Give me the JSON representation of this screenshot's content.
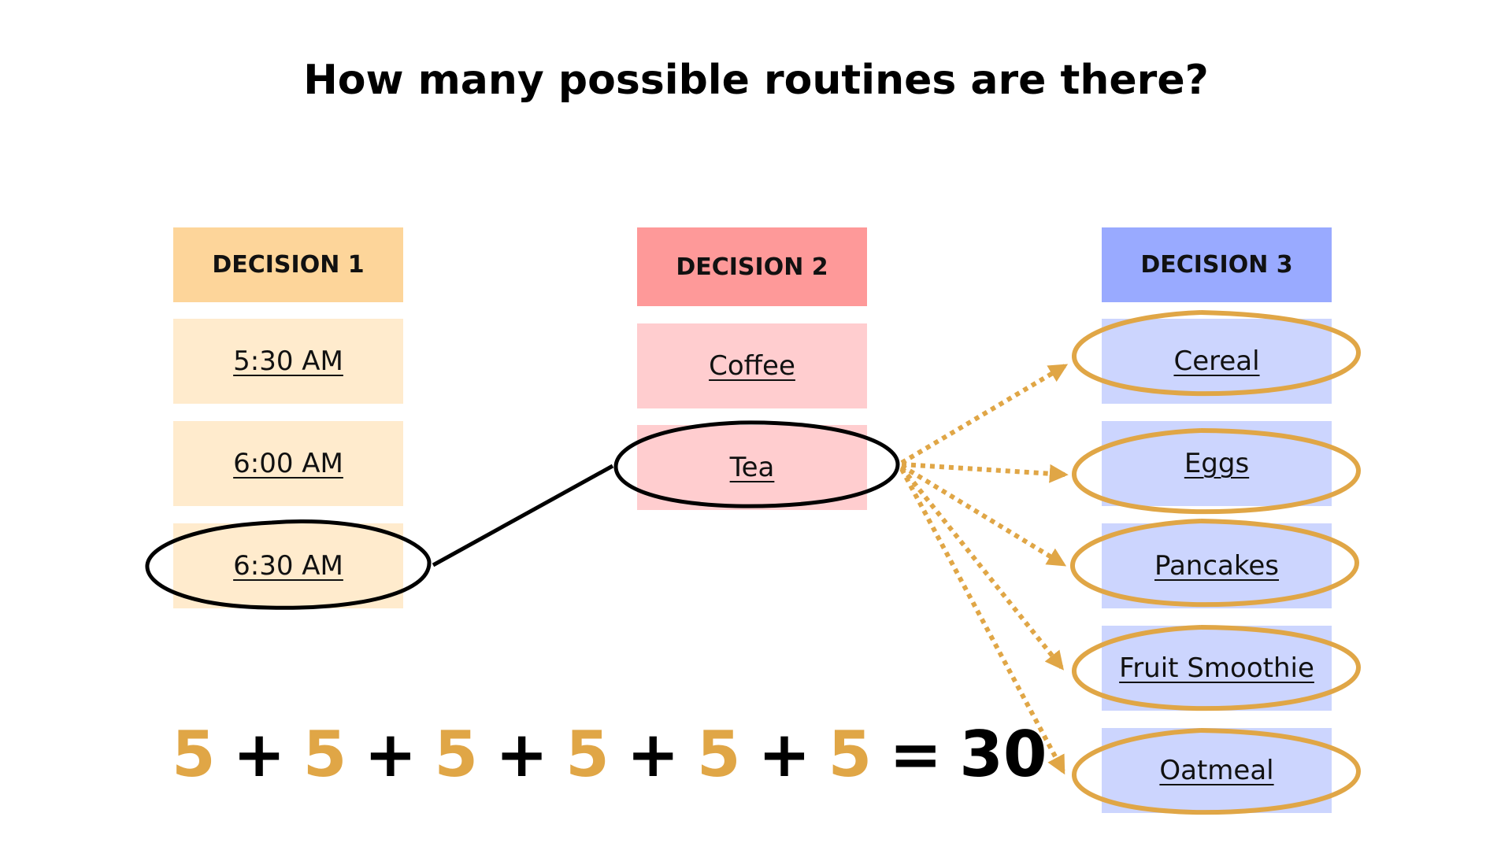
{
  "title": "How many possible routines are there?",
  "columns": [
    {
      "header": "DECISION 1",
      "options": [
        "5:30 AM",
        "6:00 AM",
        "6:30 AM"
      ],
      "selected": "6:30 AM"
    },
    {
      "header": "DECISION 2",
      "options": [
        "Coffee",
        "Tea"
      ],
      "selected": "Tea"
    },
    {
      "header": "DECISION 3",
      "options": [
        "Cereal",
        "Eggs",
        "Pancakes",
        "Fruit Smoothie",
        "Oatmeal"
      ],
      "selected": [
        "Cereal",
        "Eggs",
        "Pancakes",
        "Fruit Smoothie",
        "Oatmeal"
      ]
    }
  ],
  "equation": {
    "terms": [
      "5",
      "5",
      "5",
      "5",
      "5",
      "5"
    ],
    "operator": "+",
    "equals": "=",
    "total": "30"
  },
  "colors": {
    "accent_orange": "#e0a646",
    "decision1_header": "#fdd59a",
    "decision1_option": "#ffebcd",
    "decision2_header": "#fe9999",
    "decision2_option": "#ffcdcf",
    "decision3_header": "#99aaff",
    "decision3_option": "#ccd5fe"
  }
}
